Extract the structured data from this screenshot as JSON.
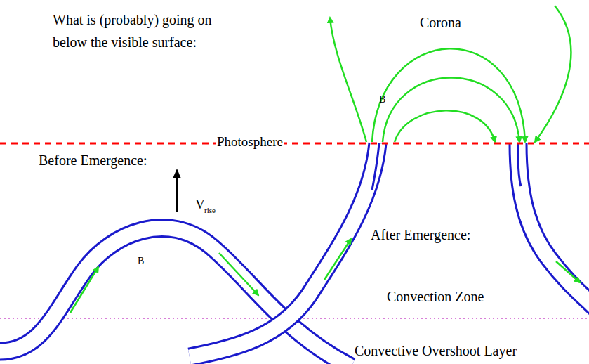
{
  "diagram": {
    "title": "What is (probably) going on below the visible surface:",
    "labels": [
      "Corona",
      "B",
      "Photosphere",
      "Before Emergence:",
      "V",
      "rise",
      "B",
      "After Emergence:",
      "Convection Zone",
      "Convective Overshoot Layer"
    ]
  }
}
